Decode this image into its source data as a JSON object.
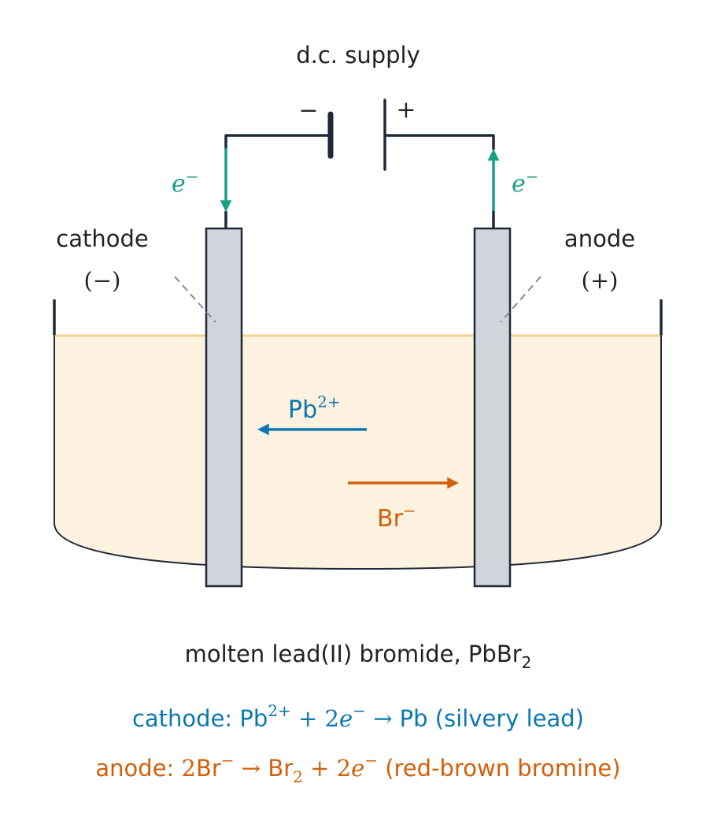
{
  "supply": {
    "label": "d.c. supply",
    "minus": "−",
    "plus": "+"
  },
  "electron": {
    "base": "e",
    "charge": "−"
  },
  "cathode": {
    "name": "cathode",
    "sign": "(−)"
  },
  "anode": {
    "name": "anode",
    "sign": "(+)"
  },
  "ions": {
    "lead": {
      "symbol": "Pb",
      "charge": "2+"
    },
    "bromide": {
      "symbol": "Br",
      "charge": "−"
    }
  },
  "caption": {
    "text": "molten lead(II) bromide, PbBr",
    "sub": "2"
  },
  "equations": {
    "cathode": {
      "label": "cathode: ",
      "pb": "Pb",
      "pb_charge": "2+",
      "plus2": " + 2",
      "e": "e",
      "e_charge": "−",
      "arrow": " → ",
      "product": "Pb (silvery lead)"
    },
    "anode": {
      "label": "anode: ",
      "two": "2",
      "br": "Br",
      "br_charge": "−",
      "arrow": " → ",
      "br2": "Br",
      "br2_sub": "2",
      "plus2": " + 2",
      "e": "e",
      "e_charge": "−",
      "note": " (red-brown bromine)"
    }
  },
  "colors": {
    "wire": "#1f2937",
    "electron": "#16a085",
    "lead_ion": "#0c77b0",
    "bromide_ion": "#d35f0b",
    "electrolyte": "#fcf2df",
    "electrolyte_surface": "#f5d28f",
    "electrode": "#d1d5db",
    "text": "#222222"
  }
}
